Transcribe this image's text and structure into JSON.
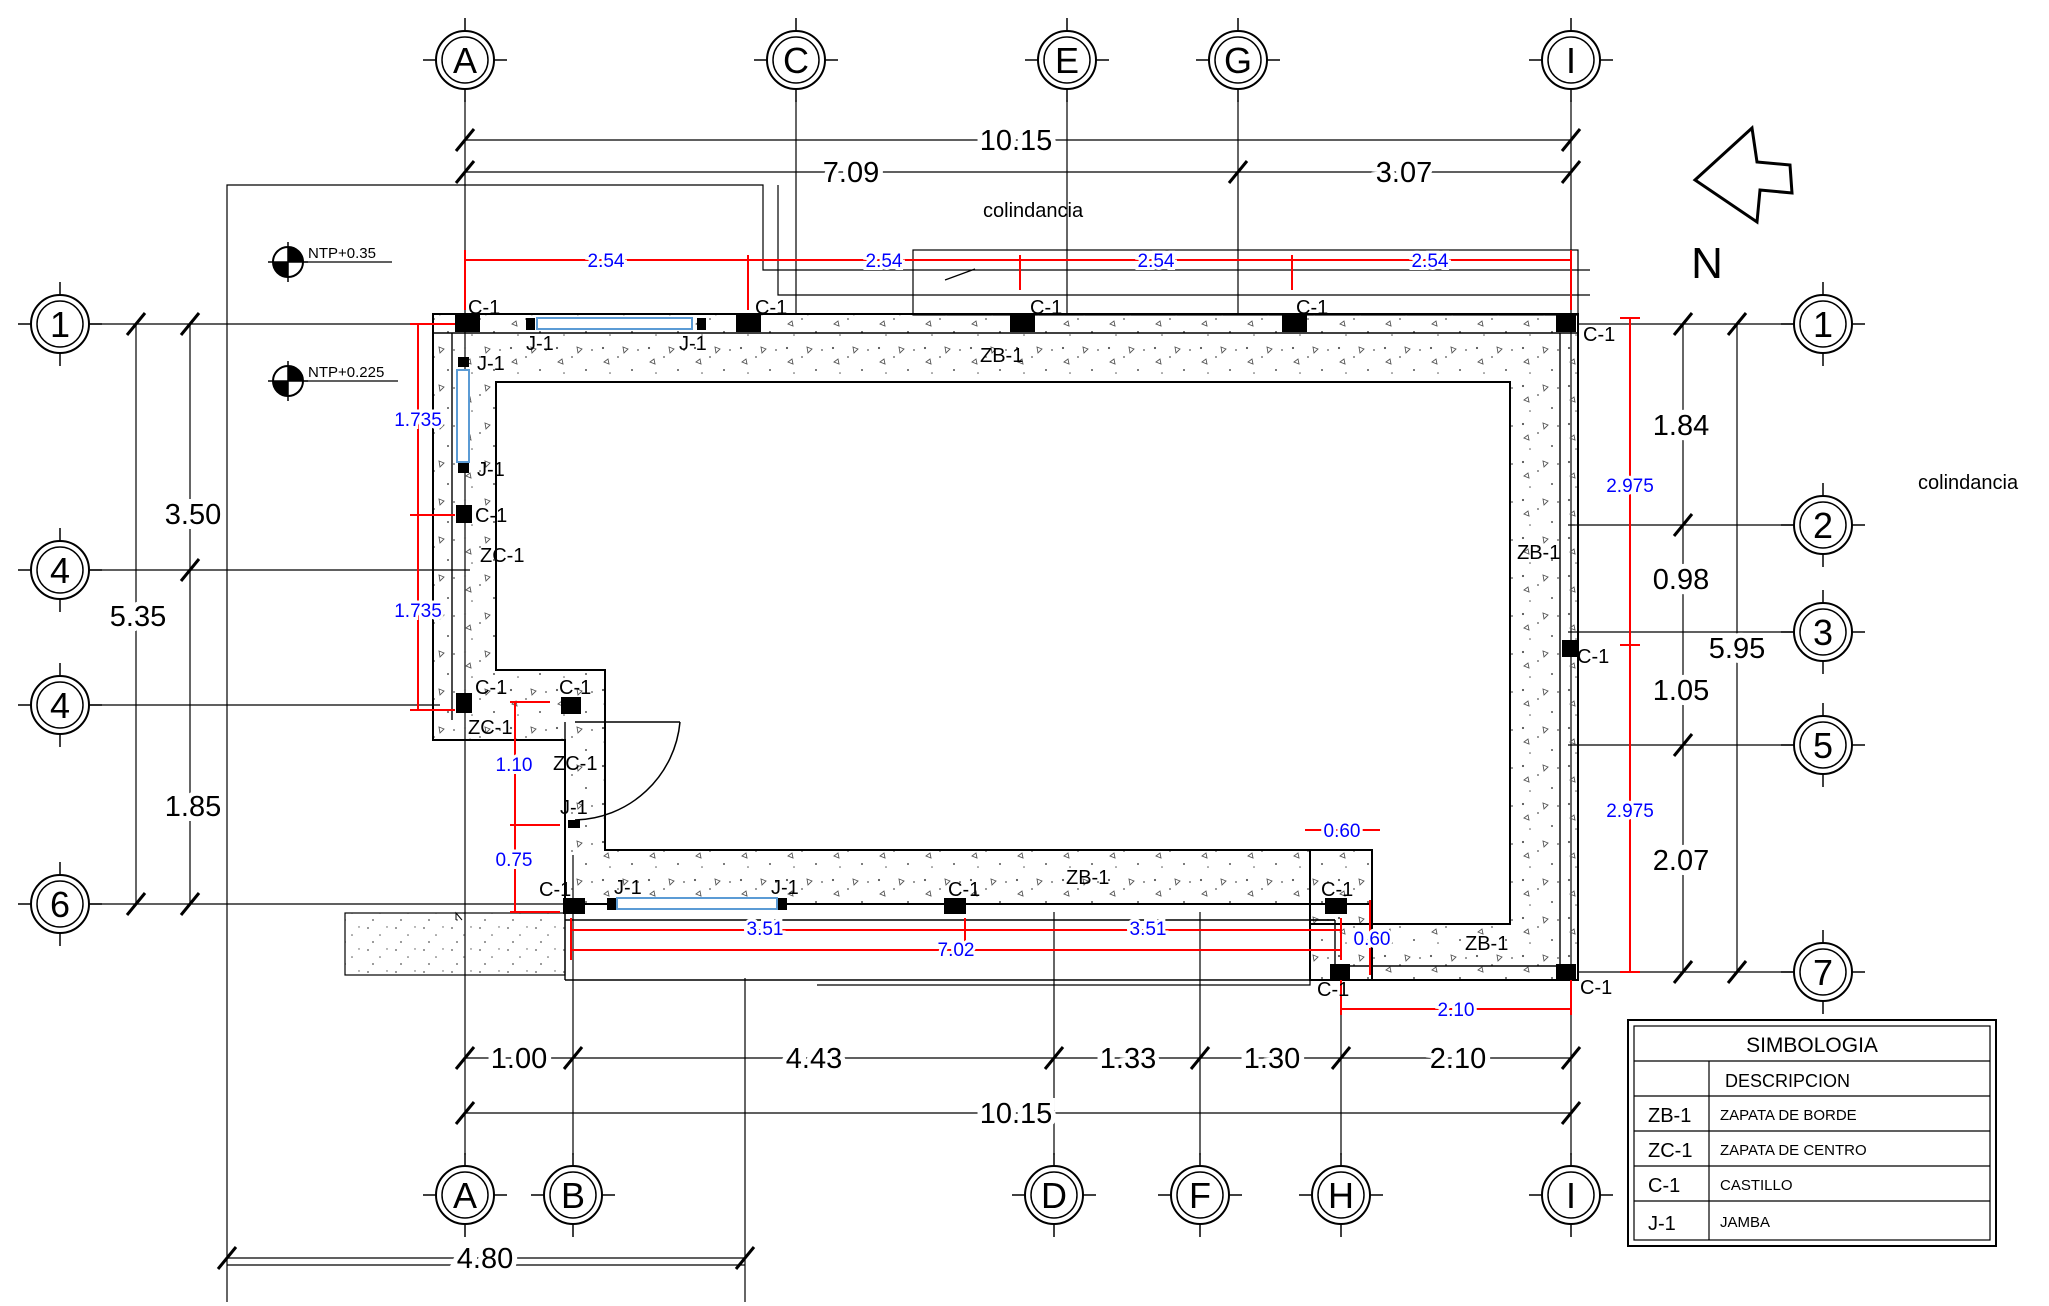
{
  "grid_bubbles": {
    "top": [
      "A",
      "C",
      "E",
      "G",
      "I"
    ],
    "bottom": [
      "A",
      "B",
      "D",
      "F",
      "H",
      "I"
    ],
    "left": [
      "1",
      "4",
      "4",
      "6"
    ],
    "right": [
      "1",
      "2",
      "3",
      "5",
      "7"
    ]
  },
  "north": {
    "label": "N"
  },
  "labels": {
    "colindancia_top": "colindancia",
    "colindancia_right": "colindancia",
    "ntp_1": "NTP+0.35",
    "ntp_2": "NTP+0.225"
  },
  "dims_black": {
    "top_total": "10.15",
    "top_a": "7.09",
    "top_b": "3.07",
    "left_350": "3.50",
    "left_535": "5.35",
    "left_185": "1.85",
    "right_184": "1.84",
    "right_098": "0.98",
    "right_105": "1.05",
    "right_207": "2.07",
    "right_595": "5.95",
    "bot_100": "1.00",
    "bot_443": "4.43",
    "bot_133": "1.33",
    "bot_130": "1.30",
    "bot_210": "2.10",
    "bot_total": "10.15",
    "bot_480": "4.80"
  },
  "dims_blue": {
    "top_1": "2.54",
    "top_2": "2.54",
    "top_3": "2.54",
    "top_4": "2.54",
    "left_1": "1.735",
    "left_2": "1.735",
    "door_1": "1.10",
    "door_2": "0.75",
    "bottom_1": "3.51",
    "bottom_2": "3.51",
    "bottom_total": "7.02",
    "corner_1": "0.60",
    "corner_2": "0.60",
    "corner_3": "2.10",
    "right_1": "2.975",
    "right_2": "2.975"
  },
  "tags": {
    "c1": "C-1",
    "j1": "J-1",
    "zb1": "ZB-1",
    "zc1": "ZC-1"
  },
  "legend": {
    "title": "SIMBOLOGIA",
    "header": "DESCRIPCION",
    "rows": [
      {
        "code": "ZB-1",
        "desc": "ZAPATA DE BORDE"
      },
      {
        "code": "ZC-1",
        "desc": "ZAPATA DE CENTRO"
      },
      {
        "code": "C-1",
        "desc": "CASTILLO"
      },
      {
        "code": "J-1",
        "desc": "JAMBA"
      }
    ]
  },
  "colors": {
    "line": "#000000",
    "dimension_red": "#ff0000",
    "dimension_text_blue": "#0000ff",
    "window_blue": "#5b9bd5"
  }
}
